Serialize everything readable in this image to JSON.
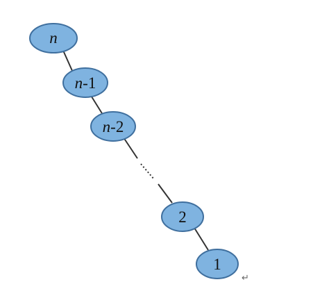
{
  "diagram": {
    "nodes": [
      {
        "id": "n",
        "label": "n",
        "italic_part": "n",
        "rest": ""
      },
      {
        "id": "n-1",
        "label": "n-1",
        "italic_part": "n",
        "rest": "-1"
      },
      {
        "id": "n-2",
        "label": "n-2",
        "italic_part": "n",
        "rest": "-2"
      },
      {
        "id": "2",
        "label": "2",
        "italic_part": "",
        "rest": "2"
      },
      {
        "id": "1",
        "label": "1",
        "italic_part": "",
        "rest": "1"
      }
    ],
    "edges": [
      {
        "from": "n",
        "to": "n-1"
      },
      {
        "from": "n-1",
        "to": "n-2"
      },
      {
        "from": "n-2",
        "to": "2",
        "elided": true
      },
      {
        "from": "2",
        "to": "1"
      }
    ],
    "ellipsis": "……",
    "colors": {
      "node_fill": "#7fb3e0",
      "node_stroke": "#3f6f9e",
      "edge": "#333333"
    },
    "paragraph_mark": "↵"
  }
}
